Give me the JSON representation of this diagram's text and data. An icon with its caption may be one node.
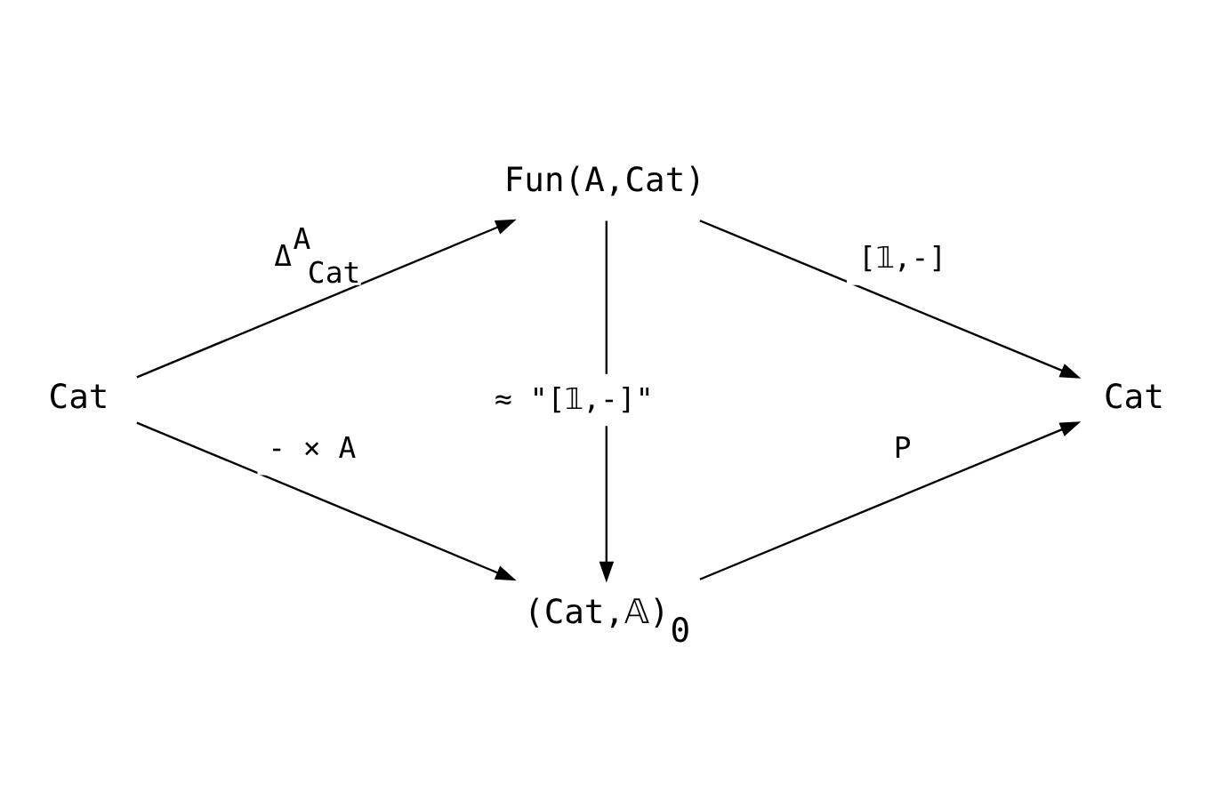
{
  "diagram": {
    "nodes": [
      {
        "text": [
          "Cat"
        ]
      },
      {
        "text": [
          "Fun(A,Cat)"
        ]
      },
      {
        "text": [
          "(Cat,𝔸)$_{0}$"
        ]
      },
      {
        "text": [
          "Cat"
        ]
      }
    ],
    "edges": [
      {
        "from": 0,
        "to": 1,
        "arrow": "to",
        "label": "Δ$^{A}$$_{Cat}$"
      },
      {
        "from": 1,
        "to": 3,
        "arrow": "to",
        "label": "[𝟙,-]"
      },
      {
        "from": 1,
        "to": 2,
        "arrow": "to",
        "label": "≈ \"[𝟙,-]\""
      },
      {
        "from": 0,
        "to": 2,
        "arrow": "to",
        "label": "- × A"
      },
      {
        "from": 2,
        "to": 3,
        "arrow": "to",
        "label": "P"
      }
    ]
  }
}
